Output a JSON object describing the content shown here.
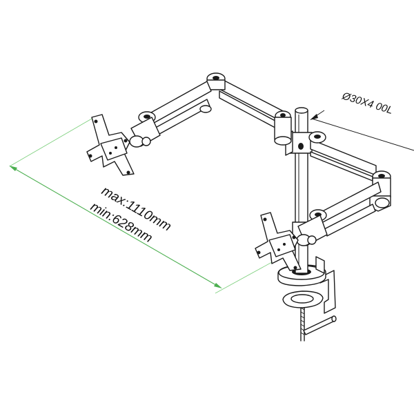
{
  "diagram": {
    "dimension_max": "max:1110mm",
    "dimension_min": "min:628mm",
    "pole_spec": "Ø30X4 00L",
    "colors": {
      "line": "#1a1a1a",
      "dimension": "#4caf50"
    }
  }
}
